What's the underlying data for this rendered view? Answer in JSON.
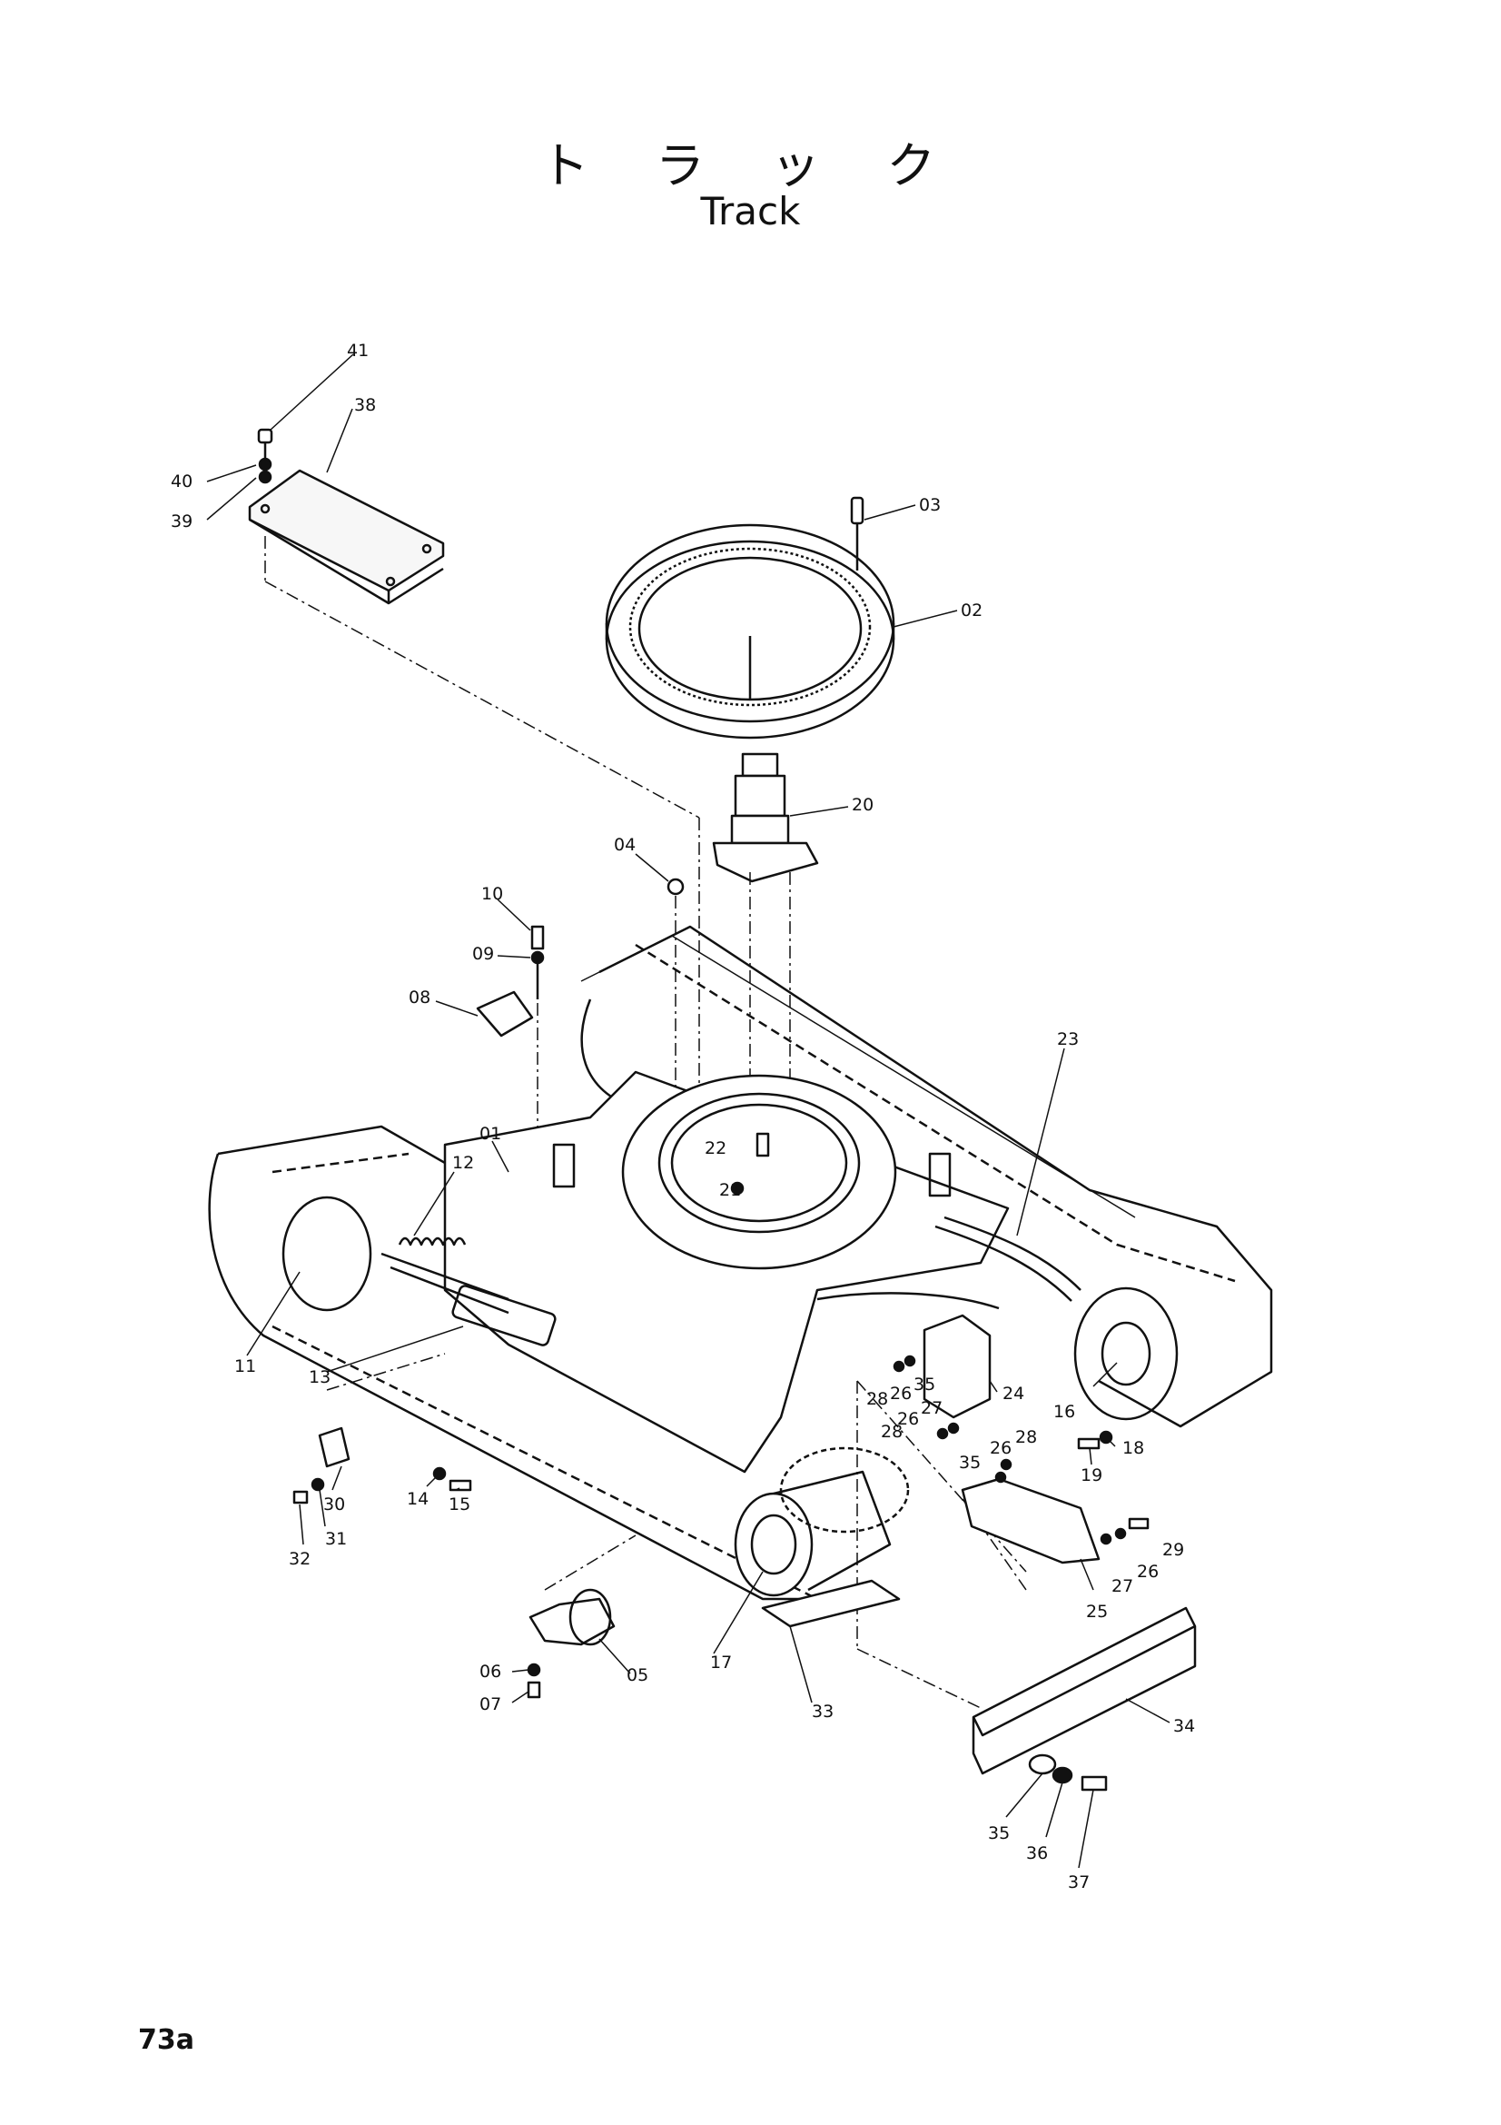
{
  "title_jp": "ト ラ ッ ク",
  "title_en": "Track",
  "page_number": "73a",
  "part_labels": [
    "01",
    "02",
    "03",
    "04",
    "05",
    "06",
    "07",
    "08",
    "09",
    "10",
    "11",
    "12",
    "13",
    "14",
    "15",
    "16",
    "17",
    "18",
    "19",
    "20",
    "21",
    "22",
    "23",
    "24",
    "25",
    "26",
    "26",
    "26",
    "26",
    "27",
    "27",
    "28",
    "28",
    "28",
    "29",
    "30",
    "31",
    "32",
    "33",
    "34",
    "35",
    "35",
    "35",
    "36",
    "37",
    "38",
    "39",
    "40",
    "41"
  ]
}
